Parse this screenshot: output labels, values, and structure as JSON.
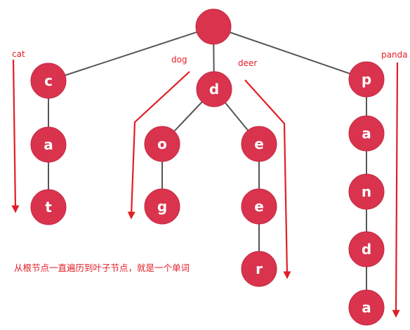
{
  "trie": {
    "root": {
      "letter": ""
    },
    "letters": {
      "c": "c",
      "a": "a",
      "t": "t",
      "d": "d",
      "o": "o",
      "g": "g",
      "e1": "e",
      "e2": "e",
      "r": "r",
      "p": "p",
      "pa": "a",
      "pn": "n",
      "pd": "d",
      "pa2": "a"
    }
  },
  "words": {
    "cat": "cat",
    "dog": "dog",
    "deer": "deer",
    "panda": "panda"
  },
  "caption": "从根节点一直遍历到叶子节点，就是一个单词",
  "colors": {
    "node": "#d9334d",
    "edge": "#555555",
    "annotation": "#e21e26"
  }
}
